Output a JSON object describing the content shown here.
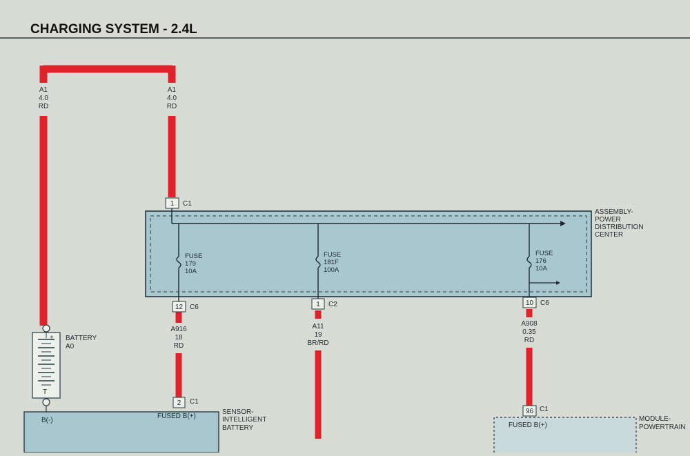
{
  "title": "CHARGING SYSTEM - 2.4L",
  "colors": {
    "wire_red": "#e0222a",
    "box_fill": "#a9c7cf",
    "box_stroke": "#243845",
    "background": "#d9dcd4"
  },
  "wires": {
    "left_a1": [
      "A1",
      "4.0",
      "RD"
    ],
    "right_a1": [
      "A1",
      "4.0",
      "RD"
    ],
    "a916": [
      "A916",
      "18",
      "RD"
    ],
    "a11": [
      "A11",
      "19",
      "BR/RD"
    ],
    "a908": [
      "A908",
      "0.35",
      "RD"
    ]
  },
  "pdc": {
    "label": [
      "ASSEMBLY-",
      "POWER",
      "DISTRIBUTION",
      "CENTER"
    ],
    "top_pin": {
      "pin": "1",
      "conn": "C1"
    },
    "fuses": [
      {
        "lines": [
          "FUSE",
          "179",
          "10A"
        ]
      },
      {
        "lines": [
          "FUSE",
          "181F",
          "100A"
        ]
      },
      {
        "lines": [
          "FUSE",
          "176",
          "10A"
        ]
      }
    ],
    "bottom_pins": [
      {
        "pin": "12",
        "conn": "C6"
      },
      {
        "pin": "1",
        "conn": "C2"
      },
      {
        "pin": "10",
        "conn": "C6"
      }
    ]
  },
  "battery": {
    "label": "BATTERY",
    "id": "A0",
    "plus": "+",
    "minus": "T"
  },
  "sensor": {
    "pin": {
      "pin": "2",
      "conn": "C1"
    },
    "left_term": "B(-)",
    "right_term": "FUSED B(+)",
    "label": [
      "SENSOR-",
      "INTELLIGENT",
      "BATTERY"
    ]
  },
  "module": {
    "pin": {
      "pin": "96",
      "conn": "C1"
    },
    "term": "FUSED B(+)",
    "label": [
      "MODULE-",
      "POWERTRAIN"
    ]
  }
}
